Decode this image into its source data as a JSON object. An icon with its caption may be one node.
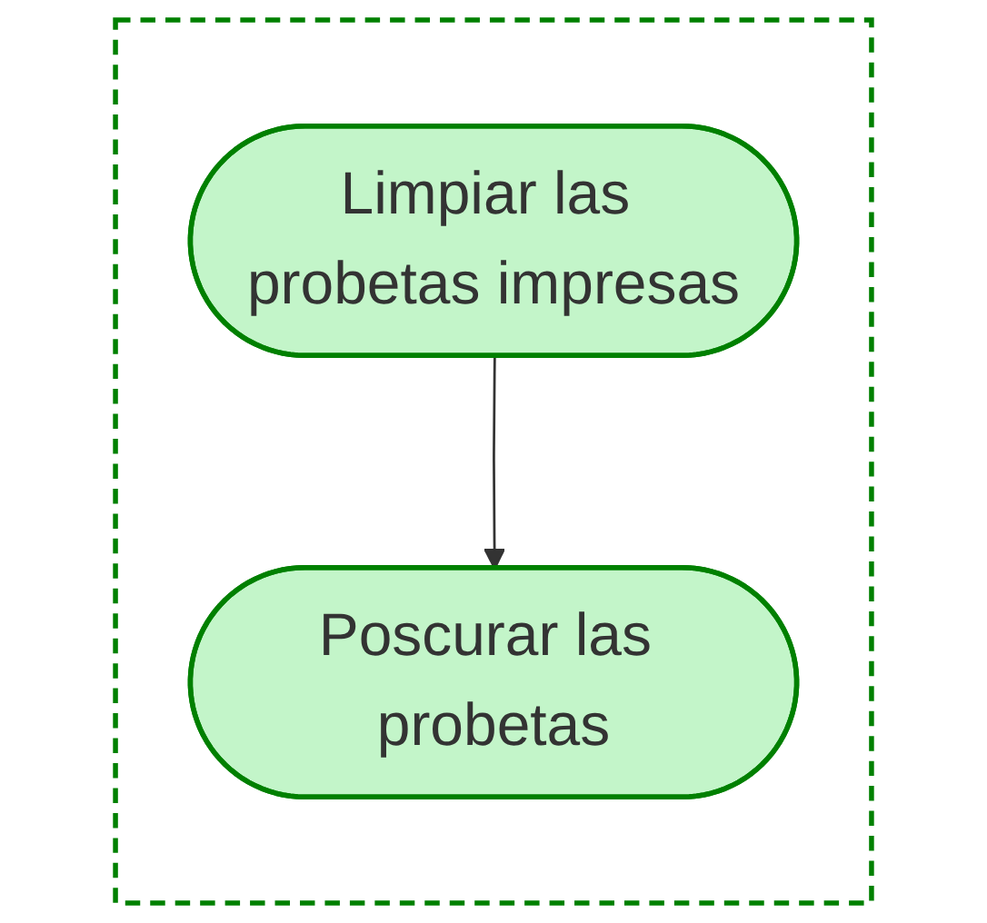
{
  "diagram": {
    "nodes": [
      {
        "text": [],
        "shape": "box"
      },
      {
        "text": [
          "Limpiar las probetas impresas"
        ],
        "in": 0
      },
      {
        "text": [
          "Poscurar las probetas"
        ],
        "in": 0
      }
    ],
    "edges": [
      {
        "from": 1,
        "to": 2,
        "arrow": "to"
      }
    ]
  }
}
